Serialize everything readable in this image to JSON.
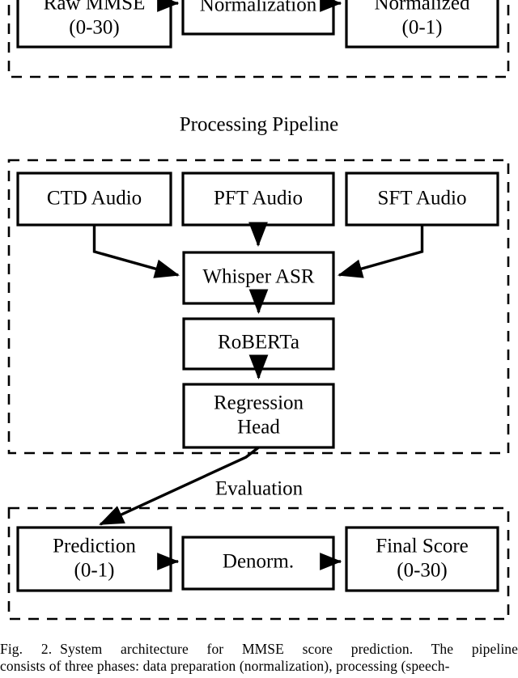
{
  "figure": {
    "caption_label": "Fig. 2.",
    "caption_line_1": "System architecture for MMSE score prediction. The pipeline",
    "caption_line_2": "consists of three phases: data preparation (normalization), processing (speech-"
  },
  "phases": {
    "data_preparation": {
      "label": "",
      "nodes": [
        {
          "id": "raw-mmse",
          "line1": "Raw MMSE",
          "line2": "(0-30)"
        },
        {
          "id": "normalization",
          "line1": "Normalization",
          "line2": ""
        },
        {
          "id": "normalized",
          "line1": "Normalized",
          "line2": "(0-1)"
        }
      ]
    },
    "processing": {
      "label": "Processing Pipeline",
      "nodes": [
        {
          "id": "ctd-audio",
          "line1": "CTD Audio",
          "line2": ""
        },
        {
          "id": "pft-audio",
          "line1": "PFT Audio",
          "line2": ""
        },
        {
          "id": "sft-audio",
          "line1": "SFT Audio",
          "line2": ""
        },
        {
          "id": "whisper-asr",
          "line1": "Whisper ASR",
          "line2": ""
        },
        {
          "id": "roberta",
          "line1": "RoBERTa",
          "line2": ""
        },
        {
          "id": "regression-head",
          "line1": "Regression",
          "line2": "Head"
        }
      ]
    },
    "evaluation": {
      "label": "Evaluation",
      "nodes": [
        {
          "id": "prediction",
          "line1": "Prediction",
          "line2": "(0-1)"
        },
        {
          "id": "denorm",
          "line1": "Denorm.",
          "line2": ""
        },
        {
          "id": "final-score",
          "line1": "Final Score",
          "line2": "(0-30)"
        }
      ]
    }
  },
  "colors": {
    "stroke": "#000000",
    "fill": "#ffffff"
  }
}
